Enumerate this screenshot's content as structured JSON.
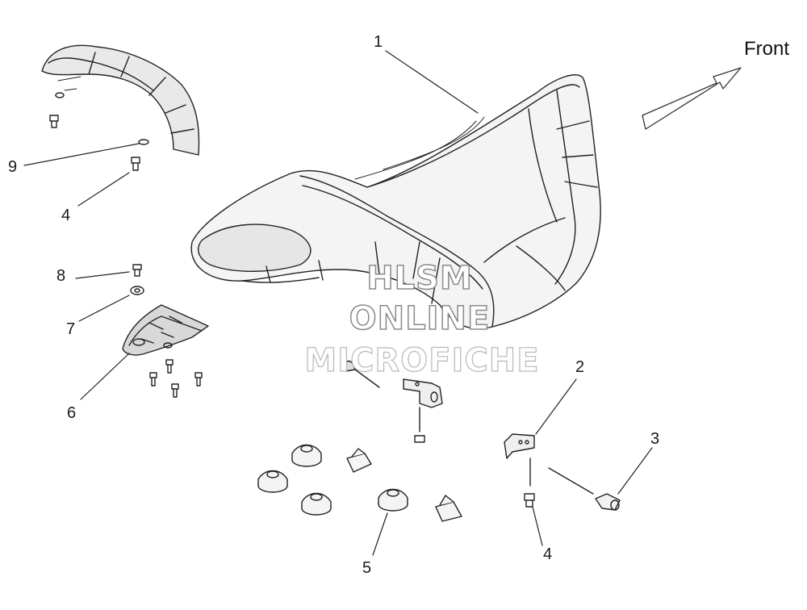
{
  "direction_label": "Front",
  "watermark": {
    "line1": "HLSM",
    "line2": "ONLINE",
    "line3": "MICROFICHE"
  },
  "callouts": [
    {
      "id": "c1a",
      "text": "1"
    },
    {
      "id": "c2",
      "text": "2"
    },
    {
      "id": "c3",
      "text": "3"
    },
    {
      "id": "c4a",
      "text": "4"
    },
    {
      "id": "c4b",
      "text": "4"
    },
    {
      "id": "c5",
      "text": "5"
    },
    {
      "id": "c6",
      "text": "6"
    },
    {
      "id": "c7",
      "text": "7"
    },
    {
      "id": "c8",
      "text": "8"
    },
    {
      "id": "c9",
      "text": "9"
    }
  ]
}
